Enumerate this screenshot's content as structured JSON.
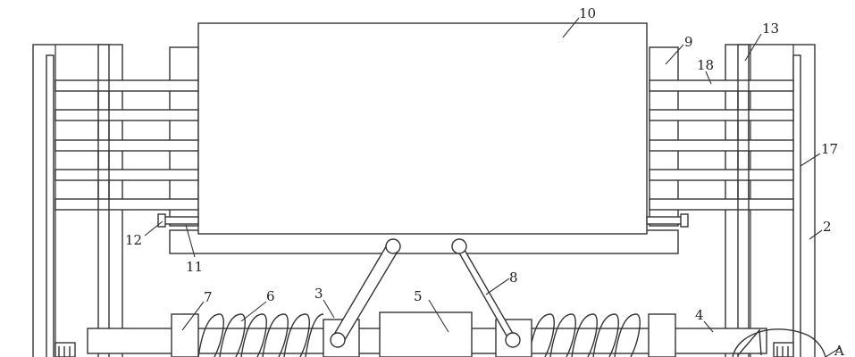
{
  "labels": {
    "l10": "10",
    "l9": "9",
    "l13": "13",
    "l18": "18",
    "l17": "17",
    "l2": "2",
    "l12": "12",
    "l11": "11",
    "l7": "7",
    "l6": "6",
    "l3": "3",
    "l5": "5",
    "l8": "8",
    "l4": "4",
    "lA": "A"
  }
}
